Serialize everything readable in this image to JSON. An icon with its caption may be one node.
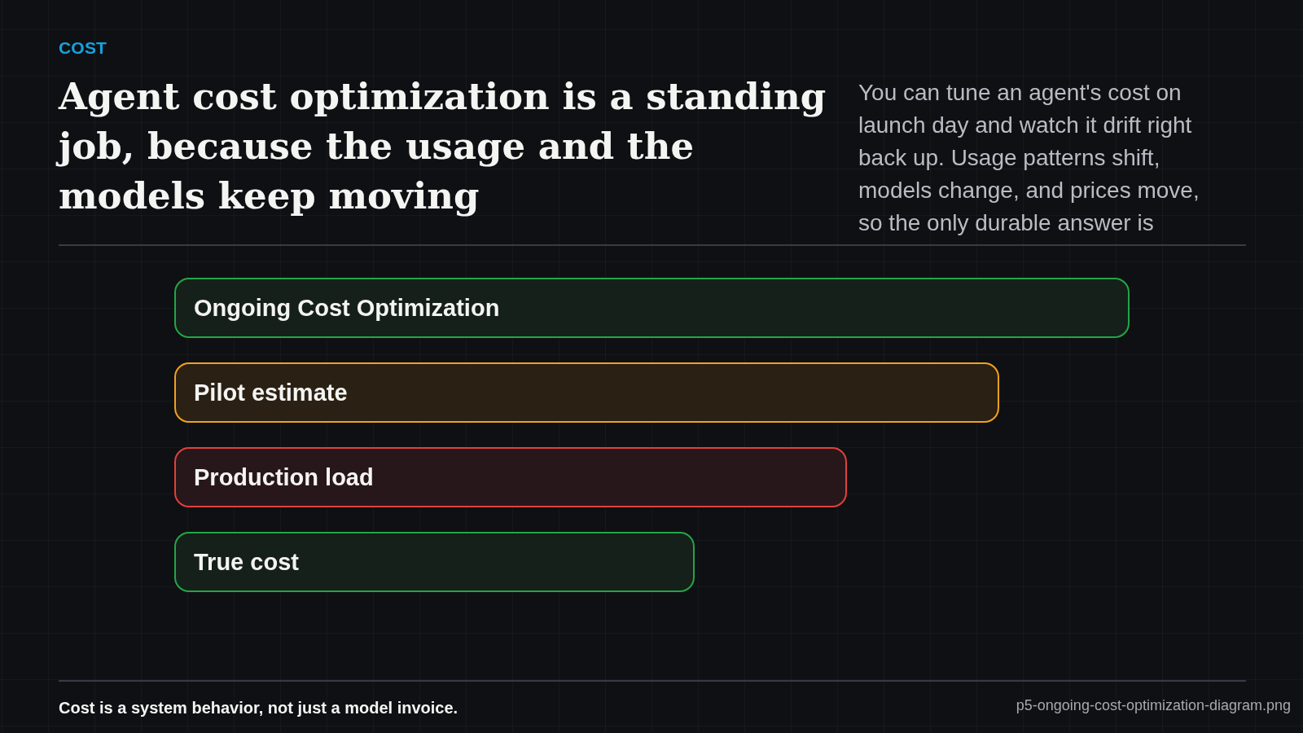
{
  "diagram": {
    "title": "Agent cost optimization is a standing job, because the usage and the models keep moving",
    "caption": "Cost is a system behavior, not just a model invoice.",
    "nodes": [
      {
        "text": [
          "Ongoing Cost Optimization"
        ]
      },
      {
        "text": [
          "Pilot estimate"
        ]
      },
      {
        "text": [
          "Production load"
        ]
      },
      {
        "text": [
          "True cost"
        ]
      }
    ],
    "edges": [],
    "labels": [
      "COST",
      "You can tune an agent's cost on launch day and watch it drift right back up. Usage patterns shift, models change, and prices move, so the only durable answer is",
      "p5-ongoing-cost-optimization-diagram.png"
    ]
  }
}
